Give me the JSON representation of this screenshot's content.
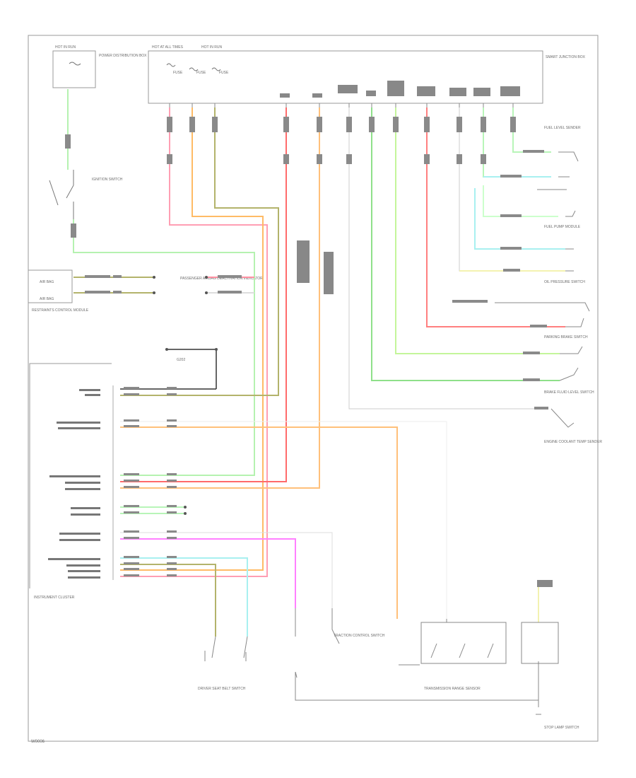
{
  "diagram": {
    "labels": {
      "hot_in_run_left": "HOT IN RUN",
      "hot_at_all_times": "HOT AT ALL TIMES",
      "hot_in_run_cluster": "HOT IN RUN",
      "power_dist_box": "POWER DISTRIBUTION BOX",
      "fuse_a": "FUSE",
      "fuse_b": "FUSE",
      "fuse_c": "FUSE",
      "smart_junction_box": "SMART JUNCTION BOX",
      "ignition_switch": "IGNITION SWITCH",
      "airbag_module": "RESTRAINTS CONTROL MODULE",
      "passenger_airbag": "PASSENGER AIRBAG DEACTIVATION INDICATOR",
      "airbag_a": "AIR BAG",
      "airbag_b": "AIR BAG",
      "instrument_cluster": "INSTRUMENT CLUSTER",
      "ground_g1": "G202",
      "fuel_level_sender": "FUEL LEVEL SENDER",
      "fuel_pump": "FUEL PUMP MODULE",
      "oil_pressure_switch": "OIL PRESSURE SWITCH",
      "parking_brake_switch": "PARKING BRAKE SWITCH",
      "brake_fluid_switch": "BRAKE FLUID LEVEL SWITCH",
      "engine_temp_sender": "ENGINE COOLANT TEMP SENDER",
      "seat_belt_switch": "DRIVER SEAT BELT SWITCH",
      "traction_control_switch": "TRACTION CONTROL SWITCH",
      "gear_position_switch": "TRANSMISSION RANGE SENSOR",
      "stop_lamp_switch": "STOP LAMP SWITCH",
      "bottom_note": "W0006"
    }
  }
}
